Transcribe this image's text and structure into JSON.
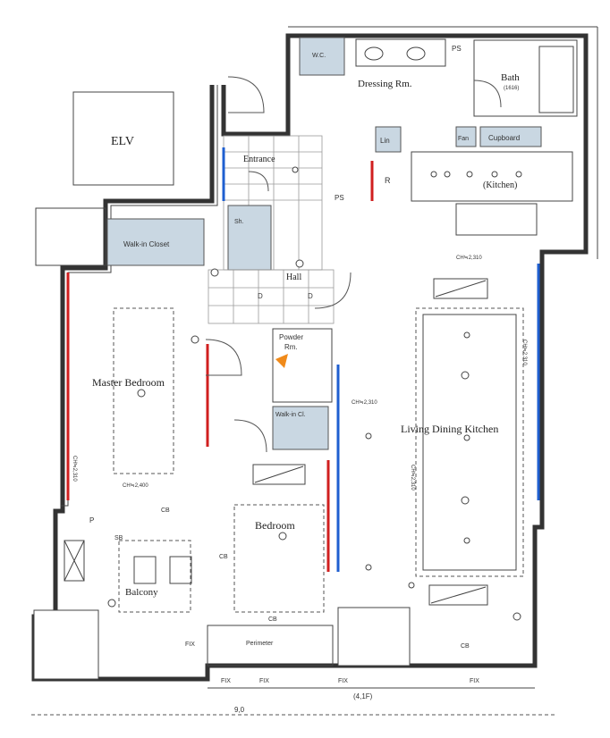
{
  "rooms": {
    "elv": "ELV",
    "dressing": "Dressing Rm.",
    "bath": "Bath",
    "bath_size": "(1616)",
    "entrance": "Entrance",
    "kitchen": "(Kitchen)",
    "hall": "Hall",
    "powder": "Powder\nRm.",
    "master_bedroom": "Master Bedroom",
    "bedroom": "Bedroom",
    "ldk": "Living Dining Kitchen",
    "balcony": "Balcony",
    "walkin_1": "Walk-in Closet",
    "walkin_2": "Walk-in Cl.",
    "wc": "W.C.",
    "cupboard": "Cupboard"
  },
  "small_labels": {
    "ps1": "PS",
    "ps2": "PS",
    "lin": "Lin",
    "fan": "Fan",
    "r": "R",
    "d1": "D",
    "d2": "D",
    "sh": "Sh.",
    "sb": "SB",
    "cb1": "CB",
    "cb2": "CB",
    "cb3": "CB",
    "cb4": "CB",
    "fix1": "FIX",
    "fix2": "FIX",
    "fix3": "FIX",
    "fix4": "FIX",
    "fix5": "FIX",
    "p": "P",
    "perimeter": "Perimeter",
    "dim_bottom": "(4,1F)",
    "dim_total": "9,0",
    "ch_master": "CH≒2,310",
    "ch_master2": "CH≒2,400",
    "ch_bed": "CH≒2,310",
    "ch_ldk": "CH≒2,310",
    "ch_ldk2": "CH≒2,310",
    "ch_kit": "CH≒2,310"
  },
  "colors": {
    "storage": "#c9d7e2",
    "window_blue": "#1f5fd0",
    "window_red": "#d01f1f",
    "marker": "#f08a1a"
  }
}
